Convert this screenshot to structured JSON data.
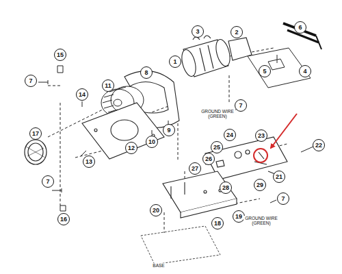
{
  "diagram": {
    "nodes": [
      {
        "text": [
          "6"
        ]
      },
      {
        "text": [
          "2"
        ]
      },
      {
        "text": [
          "3"
        ]
      },
      {
        "text": [
          "15"
        ]
      },
      {
        "text": [
          "1"
        ]
      },
      {
        "text": [
          "5"
        ]
      },
      {
        "text": [
          "4"
        ]
      },
      {
        "text": [
          "8"
        ]
      },
      {
        "text": [
          "7"
        ]
      },
      {
        "text": [
          "11"
        ]
      },
      {
        "text": [
          "14"
        ]
      },
      {
        "text": [
          "7"
        ]
      },
      {
        "text": [
          "9"
        ]
      },
      {
        "text": [
          "17"
        ]
      },
      {
        "text": [
          "24"
        ]
      },
      {
        "text": [
          "23"
        ]
      },
      {
        "text": [
          "10"
        ]
      },
      {
        "text": [
          "22"
        ]
      },
      {
        "text": [
          "12"
        ]
      },
      {
        "text": [
          "25"
        ]
      },
      {
        "text": [
          "26"
        ]
      },
      {
        "text": [
          "13"
        ]
      },
      {
        "text": [
          "27"
        ]
      },
      {
        "text": [
          "21"
        ]
      },
      {
        "text": [
          "7"
        ]
      },
      {
        "text": [
          "29"
        ]
      },
      {
        "text": [
          "28"
        ]
      },
      {
        "text": [
          "7"
        ]
      },
      {
        "text": [
          "20"
        ]
      },
      {
        "text": [
          "19"
        ]
      },
      {
        "text": [
          "18"
        ]
      },
      {
        "text": [
          "16"
        ]
      }
    ],
    "labels": [
      "GROUND WIRE (GREEN)",
      "GROUND WIRE (GREEN)",
      "BASE"
    ]
  }
}
